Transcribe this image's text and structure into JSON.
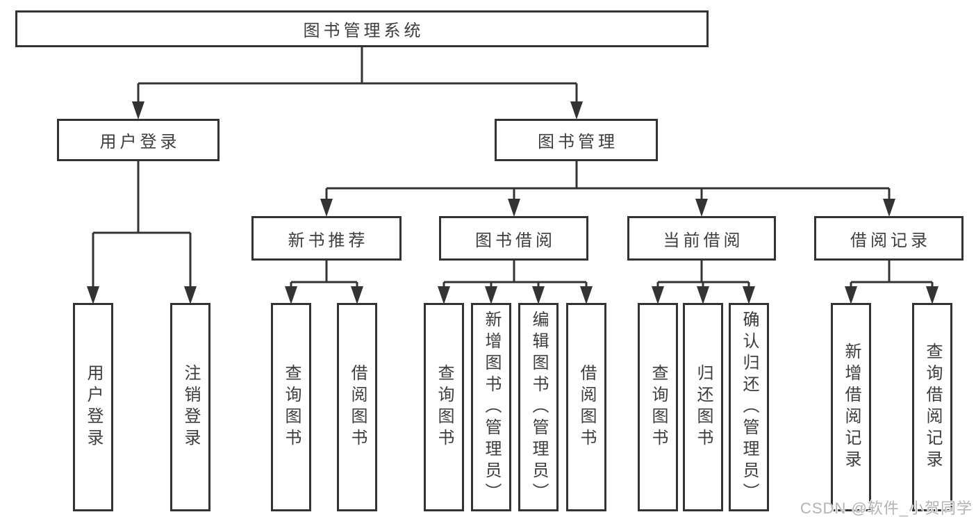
{
  "diagram": {
    "type": "tree",
    "nodes": {
      "root": "图书管理系统",
      "user_login": "用户登录",
      "book_management": "图书管理",
      "new_book_recommend": "新书推荐",
      "book_borrow": "图书借阅",
      "current_borrow": "当前借阅",
      "borrow_record": "借阅记录",
      "leaf_user_login": "用户登录",
      "leaf_logout": "注销登录",
      "leaf_nbr_query_book": "查询图书",
      "leaf_nbr_borrow_book": "借阅图书",
      "leaf_bb_query_book": "查询图书",
      "leaf_bb_add_book": "新增图书（管理员）",
      "leaf_bb_edit_book": "编辑图书（管理员）",
      "leaf_bb_borrow_book": "借阅图书",
      "leaf_cb_query_book": "查询图书",
      "leaf_cb_return_book": "归还图书",
      "leaf_cb_confirm_return": "确认归还（管理员）",
      "leaf_br_add_record": "新增借阅记录",
      "leaf_br_query_record": "查询借阅记录"
    },
    "edges": [
      [
        "root",
        "user_login"
      ],
      [
        "root",
        "book_management"
      ],
      [
        "user_login",
        "leaf_user_login"
      ],
      [
        "user_login",
        "leaf_logout"
      ],
      [
        "book_management",
        "new_book_recommend"
      ],
      [
        "book_management",
        "book_borrow"
      ],
      [
        "book_management",
        "current_borrow"
      ],
      [
        "book_management",
        "borrow_record"
      ],
      [
        "new_book_recommend",
        "leaf_nbr_query_book"
      ],
      [
        "new_book_recommend",
        "leaf_nbr_borrow_book"
      ],
      [
        "book_borrow",
        "leaf_bb_query_book"
      ],
      [
        "book_borrow",
        "leaf_bb_add_book"
      ],
      [
        "book_borrow",
        "leaf_bb_edit_book"
      ],
      [
        "book_borrow",
        "leaf_bb_borrow_book"
      ],
      [
        "current_borrow",
        "leaf_cb_query_book"
      ],
      [
        "current_borrow",
        "leaf_cb_return_book"
      ],
      [
        "current_borrow",
        "leaf_cb_confirm_return"
      ],
      [
        "borrow_record",
        "leaf_br_add_record"
      ],
      [
        "borrow_record",
        "leaf_br_query_record"
      ]
    ],
    "colors": {
      "line": "#333333",
      "box_border": "#333333",
      "text": "#3d3d3d",
      "background": "#ffffff",
      "watermark": "#b3b3b3"
    }
  },
  "watermark": {
    "text": "CSDN @软件_小贺同学"
  }
}
